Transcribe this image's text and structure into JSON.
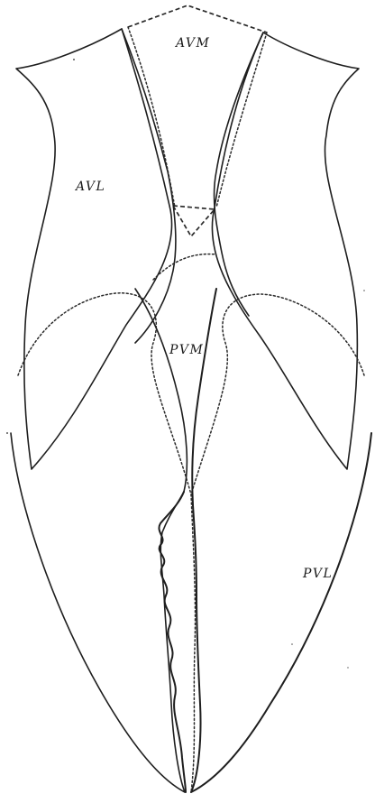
{
  "diagram": {
    "labels": {
      "avm": "AVM",
      "avl": "AVL",
      "pvm": "PVM",
      "pvl": "PVL"
    },
    "colors": {
      "ink": "#1e1e1e",
      "paper": "#ffffff"
    }
  }
}
